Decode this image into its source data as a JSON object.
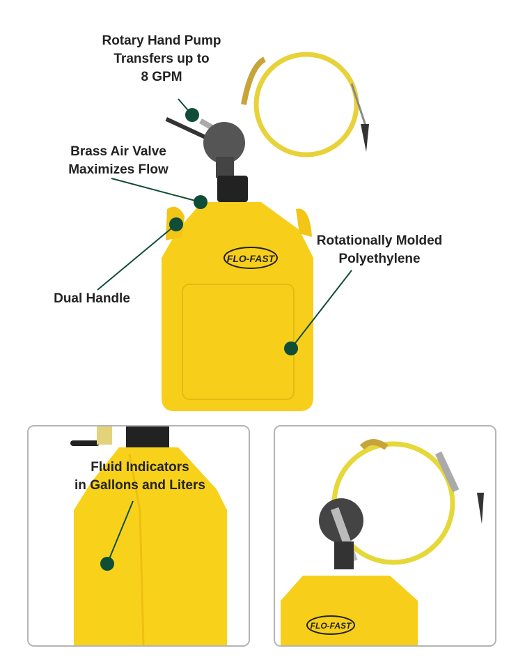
{
  "callouts": {
    "pump": [
      "Rotary Hand Pump",
      "Transfers up to",
      "8 GPM"
    ],
    "valve": [
      "Brass Air Valve",
      "Maximizes Flow"
    ],
    "handle": "Dual Handle",
    "material": [
      "Rotationally Molded",
      "Polyethylene"
    ],
    "indicators": [
      "Fluid Indicators",
      "in Gallons and Liters"
    ]
  },
  "brand_logo": "FLO-FAST",
  "colors": {
    "accent": "#0f4d36",
    "product": "#f7cf1a",
    "text": "#222222"
  }
}
